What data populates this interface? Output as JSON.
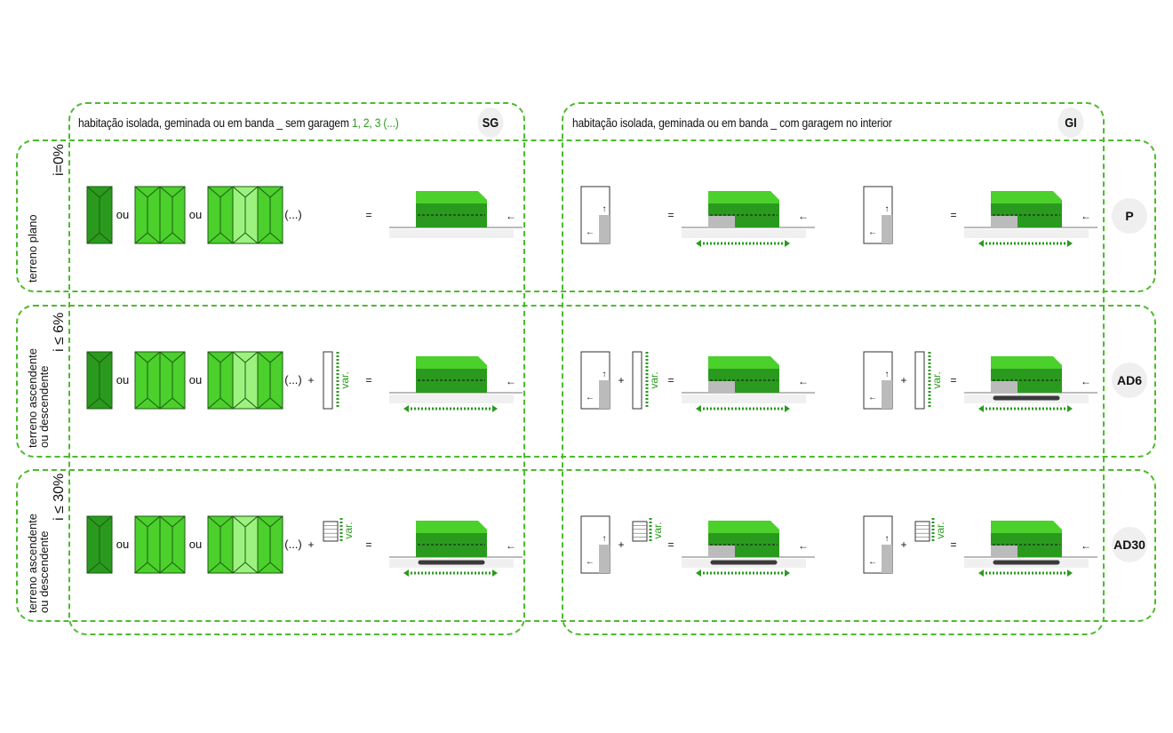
{
  "columns": {
    "sg": {
      "title": "habitação isolada, geminada ou em banda _ sem garagem",
      "highlight": "1, 2, 3 (...)",
      "code": "SG"
    },
    "gi": {
      "title": "habitação isolada, geminada ou em banda _ com garagem no interior",
      "code": "GI"
    }
  },
  "rows": [
    {
      "label_line1": "terreno plano",
      "label_line2": "",
      "slope": "i=0%",
      "code": "P"
    },
    {
      "label_line1": "terreno ascendente",
      "label_line2": "ou descendente",
      "slope": "i ≤ 6%",
      "code": "AD6"
    },
    {
      "label_line1": "terreno ascendente",
      "label_line2": "ou descendente",
      "slope": "i ≤ 30%",
      "code": "AD30"
    }
  ],
  "symbols": {
    "or": "ou",
    "etc": "(...)",
    "equals": "=",
    "plus": "+",
    "variable": "var.",
    "arrow": "←"
  },
  "colors": {
    "frame": "#4cbb2c",
    "dark_green": "#2a9a1e",
    "mid_green": "#4bd02c",
    "light_green": "#9cf27e",
    "road": "#3a3a3a",
    "garage": "#bbbbbb"
  }
}
